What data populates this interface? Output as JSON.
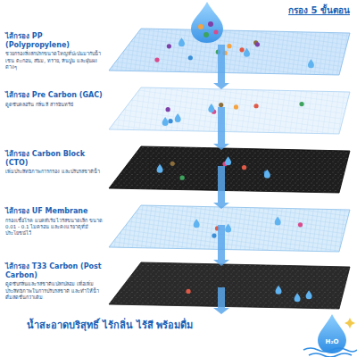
{
  "diagram": {
    "title": "กรอง 5 ขั้นตอน",
    "caption": "น้ำสะอาดบริสุทธิ์ ไร้กลิ่น ไร้สี พร้อมดื่ม",
    "nodes": [
      {
        "text": [
          "ไส้กรอง PP (Polypropylene)",
          "ช่วยกรองสิ่งสกปรกขนาดใหญ่ที่ปะปนมากับน้ำ เช่น ตะกอน, สนิม, ทราย, หินปูน และฝุ่นผงต่างๆ"
        ]
      },
      {
        "text": [
          "ไส้กรอง Pre Carbon (GAC)",
          "ดูดซับคลอรีน กลิ่น สี สารอินทรีย์"
        ]
      },
      {
        "text": [
          "ไส้กรอง Carbon Block (CTO)",
          "เพิ่มประสิทธิภาพการกรอง และปรับรสชาติน้ำ"
        ]
      },
      {
        "text": [
          "ไส้กรอง UF Membrane",
          "กรองเชื้อโรค แบคทีเรีย ไวรัสขนาดเล็ก ขนาด 0.01 - 0.1 ไมครอน และคงแร่ธาตุที่มีประโยชน์ไว้"
        ]
      },
      {
        "text": [
          "ไส้กรอง T33 Carbon (Post Carbon)",
          "ดูดซับกลิ่นและรสชาติแปลกปลอม เพื่อเพิ่มประสิทธิภาพในการปรับรสชาติ และทำให้น้ำดื่มสดชื่นกว่าเดิม"
        ]
      }
    ],
    "labels": [
      "H₂O"
    ]
  }
}
